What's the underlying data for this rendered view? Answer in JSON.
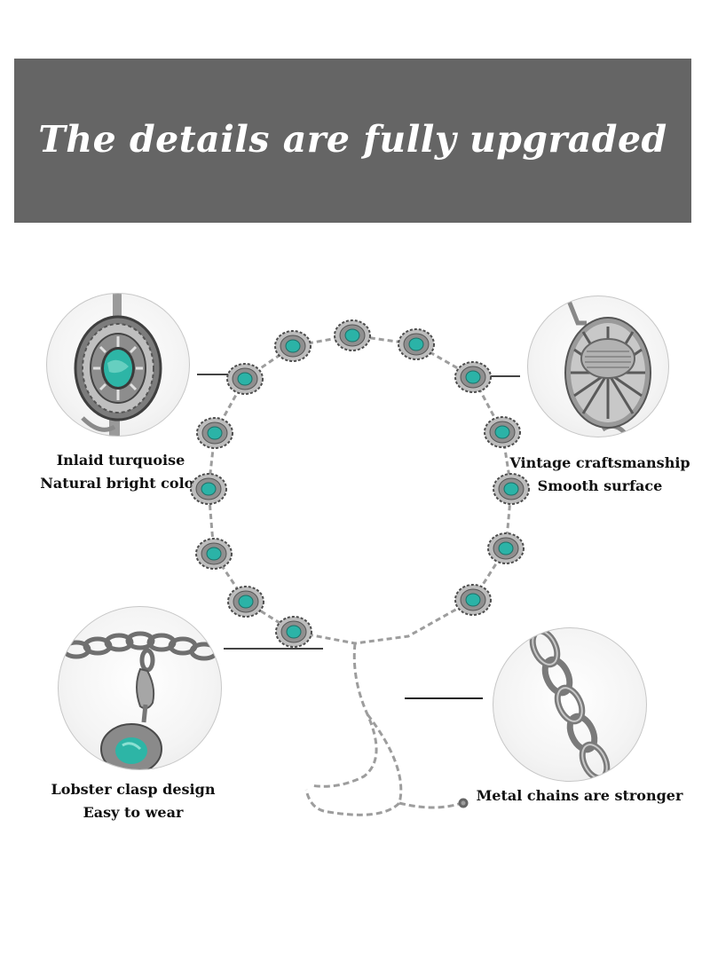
{
  "banner": {
    "title": "The details are fully upgraded"
  },
  "features": {
    "top_left": {
      "line1": "Inlaid turquoise",
      "line2": "Natural bright color"
    },
    "top_right": {
      "line1": "Vintage craftsmanship",
      "line2": "Smooth surface"
    },
    "bottom_left": {
      "line1": "Lobster clasp design",
      "line2": "Easy to wear"
    },
    "bottom_right": {
      "line1": "Metal chains are stronger"
    }
  },
  "colors": {
    "banner_bg": "#656565",
    "banner_text": "#ffffff",
    "turquoise": "#2bb3a7",
    "silver": "#a9a9a9"
  },
  "icons": {
    "top_left": "turquoise-concho-closeup-icon",
    "top_right": "concho-back-closeup-icon",
    "bottom_left": "lobster-clasp-closeup-icon",
    "bottom_right": "chain-links-closeup-icon",
    "center": "concho-chain-belt-icon"
  }
}
